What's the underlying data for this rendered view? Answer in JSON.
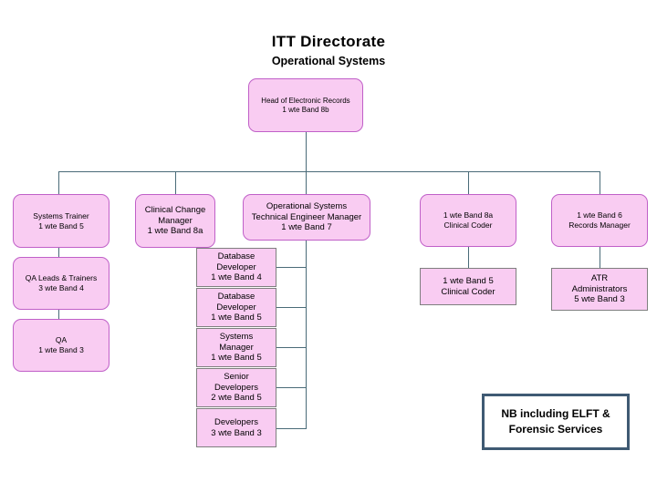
{
  "header": {
    "title": "ITT Directorate",
    "subtitle": "Operational Systems"
  },
  "root": {
    "line1": "Head of Electronic Records",
    "line2": "1 wte Band 8b"
  },
  "columns": {
    "col1": {
      "nodes": [
        {
          "line1": "Systems Trainer",
          "line2": "1 wte Band 5"
        },
        {
          "line1": "QA Leads & Trainers",
          "line2": "3 wte Band 4"
        },
        {
          "line1": "QA",
          "line2": "1 wte Band 3"
        }
      ]
    },
    "col2": {
      "nodes": [
        {
          "line1": "Clinical Change",
          "line2": "Manager",
          "line3": "1 wte Band 8a"
        }
      ]
    },
    "col3": {
      "manager": {
        "line1": "Operational Systems",
        "line2": "Technical Engineer Manager",
        "line3": "1 wte Band 7"
      },
      "reports": [
        {
          "line1": "Database",
          "line2": "Developer",
          "line3": "1 wte Band 4"
        },
        {
          "line1": "Database",
          "line2": "Developer",
          "line3": "1 wte Band 5"
        },
        {
          "line1": "Systems",
          "line2": "Manager",
          "line3": "1 wte Band 5"
        },
        {
          "line1": "Senior",
          "line2": "Developers",
          "line3": "2 wte Band 5"
        },
        {
          "line1": "Developers",
          "line2": "3 wte Band 3"
        }
      ]
    },
    "col4": {
      "nodes": [
        {
          "line1": "1 wte Band 8a",
          "line2": "Clinical Coder"
        },
        {
          "line1": "1 wte Band 5",
          "line2": "Clinical Coder"
        }
      ]
    },
    "col5": {
      "nodes": [
        {
          "line1": "1 wte Band 6",
          "line2": "Records Manager"
        },
        {
          "line1": "ATR",
          "line2": "Administrators",
          "line3": "5 wte Band 3"
        }
      ]
    }
  },
  "note": {
    "line1": "NB including ELFT &",
    "line2": "Forensic Services"
  },
  "colors": {
    "node_fill": "#f9ccf2",
    "node_border_rounded": "#c060c8",
    "node_border_square": "#7f7f7f",
    "connector": "#4a6b78",
    "note_border": "#3f5a73"
  }
}
